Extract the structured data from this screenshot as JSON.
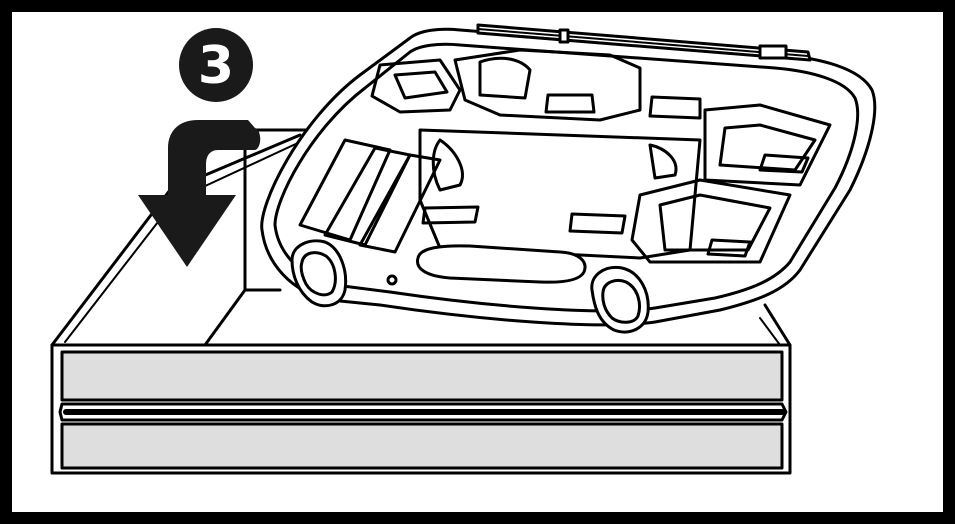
{
  "step": {
    "number": "3"
  },
  "colors": {
    "ink": "#000000",
    "paper": "#ffffff",
    "panel_fill": "#dedede",
    "badge": "#1a1a1a"
  },
  "icons": {
    "step_badge": "step-number-badge",
    "direction": "bent-down-arrow-icon",
    "case": "tool-case-insert-illustration",
    "base": "drawer-base-illustration"
  }
}
